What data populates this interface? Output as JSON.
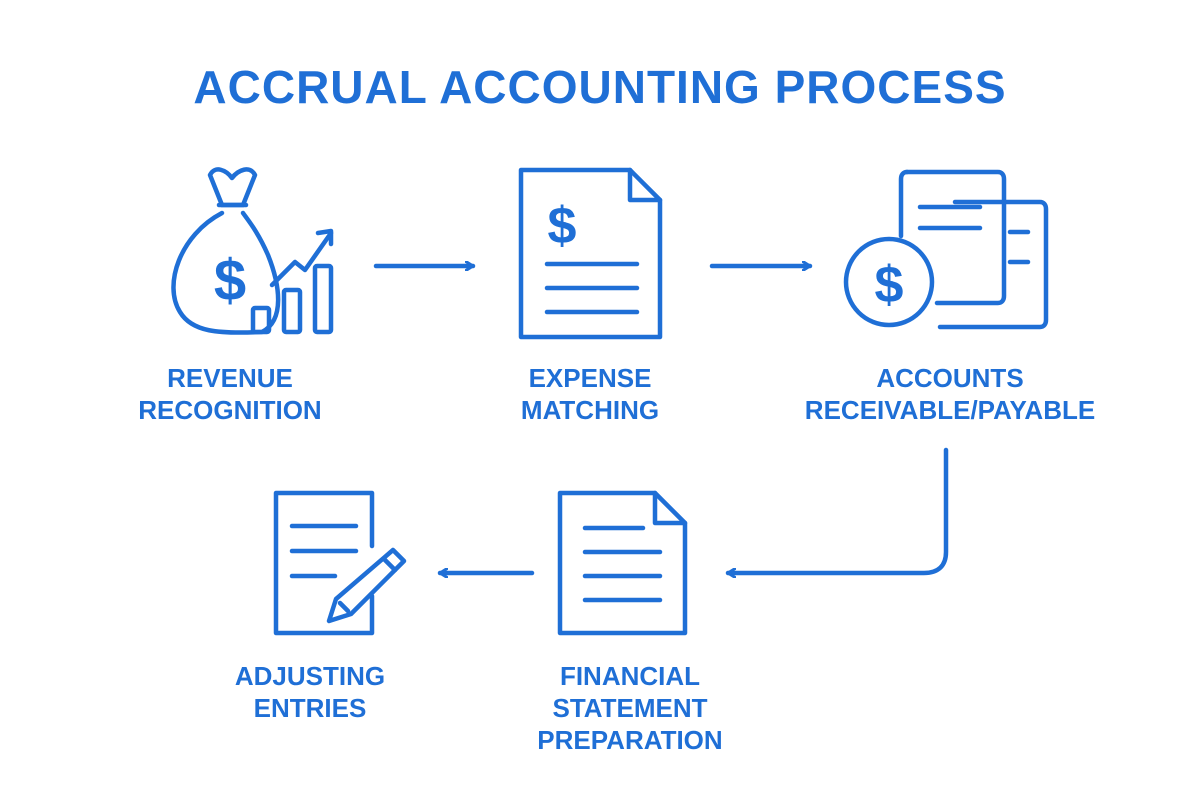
{
  "title": "ACCRUAL ACCOUNTING PROCESS",
  "accent_color": "#1f6fd6",
  "steps": [
    {
      "id": "revenue-recognition",
      "lines": [
        "REVENUE",
        "RECOGNITION"
      ],
      "icon": "money-bag-growth-icon"
    },
    {
      "id": "expense-matching",
      "lines": [
        "EXPENSE",
        "MATCHING"
      ],
      "icon": "invoice-document-icon"
    },
    {
      "id": "accounts-receivable-payable",
      "lines": [
        "ACCOUNTS",
        "RECEIVABLE/PAYABLE"
      ],
      "icon": "documents-coin-icon"
    },
    {
      "id": "financial-statement-preparation",
      "lines": [
        "FINANCIAL",
        "STATEMENT",
        "PREPARATION"
      ],
      "icon": "statement-document-icon"
    },
    {
      "id": "adjusting-entries",
      "lines": [
        "ADJUSTING",
        "ENTRIES"
      ],
      "icon": "document-pencil-icon"
    }
  ],
  "flow": [
    "revenue-recognition -> expense-matching",
    "expense-matching -> accounts-receivable-payable",
    "accounts-receivable-payable -> financial-statement-preparation",
    "financial-statement-preparation -> adjusting-entries"
  ],
  "currency_symbol": "$"
}
